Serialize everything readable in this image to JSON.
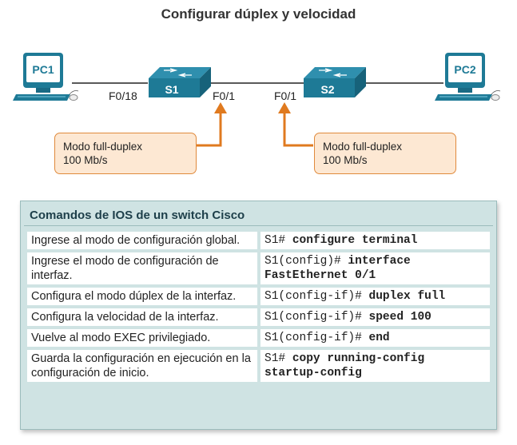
{
  "title": "Configurar dúplex y velocidad",
  "devices": {
    "pc1": "PC1",
    "pc2": "PC2",
    "s1": "S1",
    "s2": "S2"
  },
  "ports": {
    "pc1_s1": "F0/18",
    "s1_uplink": "F0/1",
    "s2_uplink": "F0/1"
  },
  "callouts": {
    "left": {
      "line1": "Modo full-duplex",
      "line2": "100 Mb/s"
    },
    "right": {
      "line1": "Modo full-duplex",
      "line2": "100 Mb/s"
    }
  },
  "colors": {
    "device_blue": "#1e7a96",
    "arrow_orange": "#e07a1f",
    "panel_bg": "#cfe3e3"
  },
  "table": {
    "heading": "Comandos de IOS de un switch Cisco",
    "rows": [
      {
        "desc": "Ingrese al modo de configuración global.",
        "prompt": "S1#",
        "cmd": "configure terminal"
      },
      {
        "desc": "Ingrese el modo de configuración de interfaz.",
        "prompt": "S1(config)#",
        "cmd": "interface FastEthernet 0/1"
      },
      {
        "desc": "Configura el modo dúplex de la interfaz.",
        "prompt": "S1(config-if)#",
        "cmd": "duplex full"
      },
      {
        "desc": "Configura la velocidad de la interfaz.",
        "prompt": "S1(config-if)#",
        "cmd": "speed 100"
      },
      {
        "desc": "Vuelve al modo EXEC privilegiado.",
        "prompt": "S1(config-if)#",
        "cmd": "end"
      },
      {
        "desc": "Guarda la configuración en ejecución en la configuración de inicio.",
        "prompt": "S1#",
        "cmd": "copy running-config startup-config"
      }
    ]
  }
}
